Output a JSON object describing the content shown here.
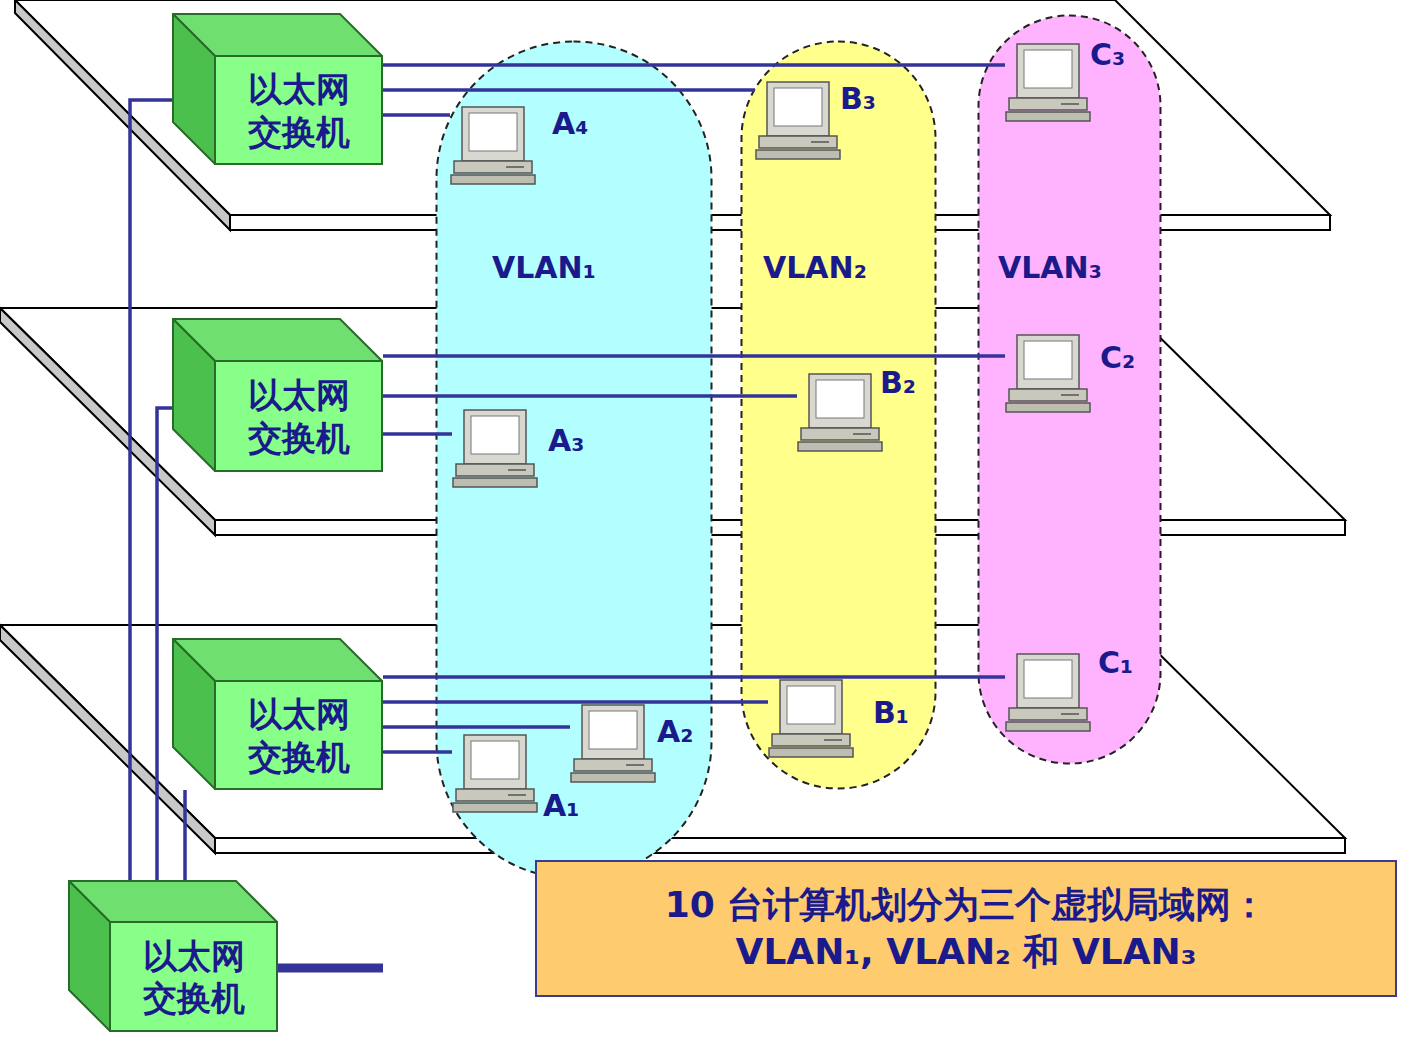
{
  "diagram": {
    "caption": "10 台计算机划分为三个虚拟局域网： VLAN₁, VLAN₂ 和 VLAN₃",
    "nodes": [
      {
        "text": [
          "以太网 交换机"
        ]
      },
      {
        "text": [
          "VLAN₁"
        ]
      },
      {
        "text": [
          "VLAN₂"
        ]
      },
      {
        "text": [
          "VLAN₃"
        ]
      },
      {
        "text": [
          "A₄"
        ],
        "in": 1
      },
      {
        "text": [
          "B₃"
        ],
        "in": 2
      },
      {
        "text": [
          "C₃"
        ],
        "in": 3
      },
      {
        "text": [
          "以太网 交换机"
        ]
      },
      {
        "text": [
          "A₃"
        ],
        "in": 1
      },
      {
        "text": [
          "B₂"
        ],
        "in": 2
      },
      {
        "text": [
          "C₂"
        ],
        "in": 3
      },
      {
        "text": [
          "以太网 交换机"
        ]
      },
      {
        "text": [
          "A₂"
        ],
        "in": 1
      },
      {
        "text": [
          "A₁"
        ],
        "in": 1
      },
      {
        "text": [
          "B₁"
        ],
        "in": 2
      },
      {
        "text": [
          "C₁"
        ],
        "in": 3
      },
      {
        "text": [
          "以太网 交换机"
        ]
      }
    ],
    "edges": [
      {
        "from": 0,
        "to": 6,
        "arrow": "none"
      },
      {
        "from": 0,
        "to": 5,
        "arrow": "none"
      },
      {
        "from": 0,
        "to": 4,
        "arrow": "none"
      },
      {
        "from": 7,
        "to": 10,
        "arrow": "none"
      },
      {
        "from": 7,
        "to": 9,
        "arrow": "none"
      },
      {
        "from": 7,
        "to": 8,
        "arrow": "none"
      },
      {
        "from": 11,
        "to": 15,
        "arrow": "none"
      },
      {
        "from": 11,
        "to": 14,
        "arrow": "none"
      },
      {
        "from": 11,
        "to": 12,
        "arrow": "none"
      },
      {
        "from": 11,
        "to": 13,
        "arrow": "none"
      },
      {
        "from": 16,
        "to": 0,
        "arrow": "none"
      },
      {
        "from": 16,
        "to": 7,
        "arrow": "none"
      },
      {
        "from": 16,
        "to": 11,
        "arrow": "none"
      }
    ]
  }
}
